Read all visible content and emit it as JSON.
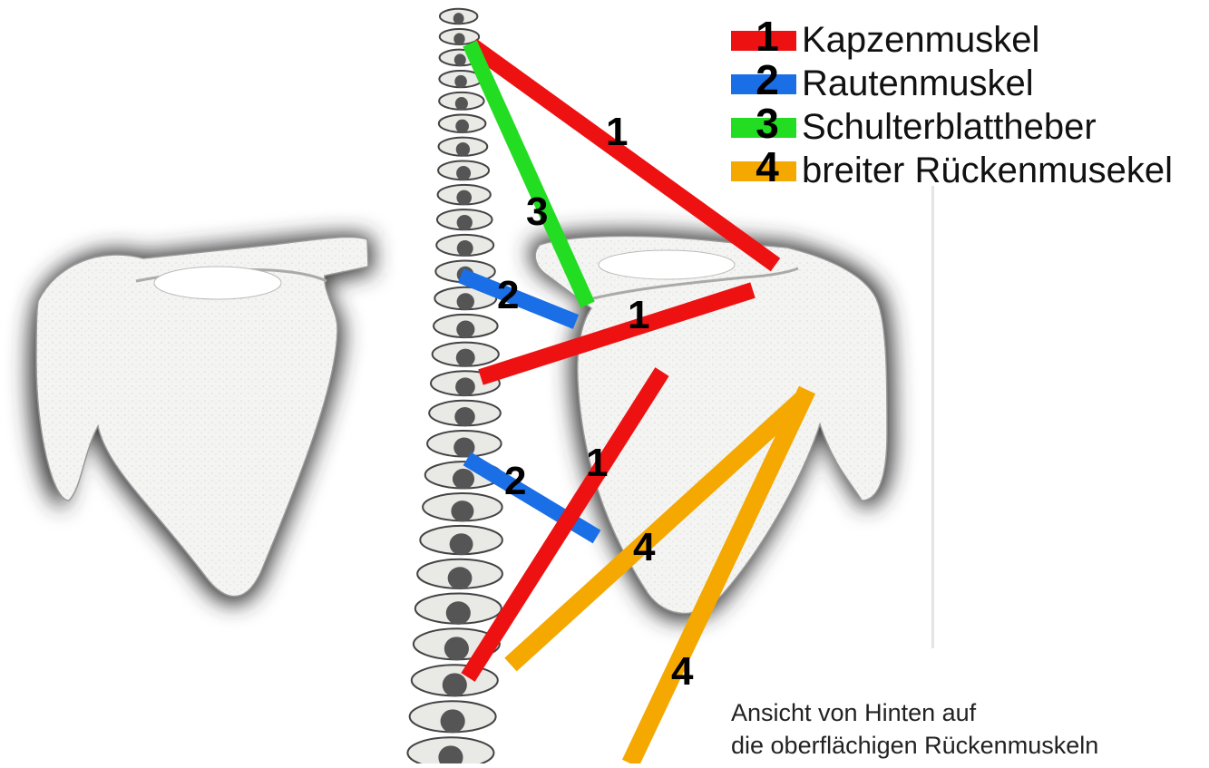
{
  "colors": {
    "kapzenmuskel": "#ee1111",
    "rautenmuskel": "#1a6fe6",
    "schulterblattheber": "#22dd22",
    "ruecken": "#f5a800",
    "bone": "#f3f3f1",
    "bone_shadow": "#3a3a3a"
  },
  "legend": [
    {
      "number": "1",
      "label": "Kapzenmuskel",
      "color": "#ee1111"
    },
    {
      "number": "2",
      "label": "Rautenmuskel",
      "color": "#1a6fe6"
    },
    {
      "number": "3",
      "label": "Schulterblattheber",
      "color": "#22dd22"
    },
    {
      "number": "4",
      "label": "breiter Rückenmusekel",
      "color": "#f5a800"
    }
  ],
  "muscle_labels": {
    "kapzen_top": "1",
    "kapzen_mid": "1",
    "kapzen_low": "1",
    "rauten_upper": "2",
    "rauten_lower": "2",
    "heber": "3",
    "ruecken_upper": "4",
    "ruecken_lower": "4"
  },
  "caption": {
    "line1": "Ansicht von Hinten auf",
    "line2": "die oberflächigen Rückenmuskeln"
  }
}
